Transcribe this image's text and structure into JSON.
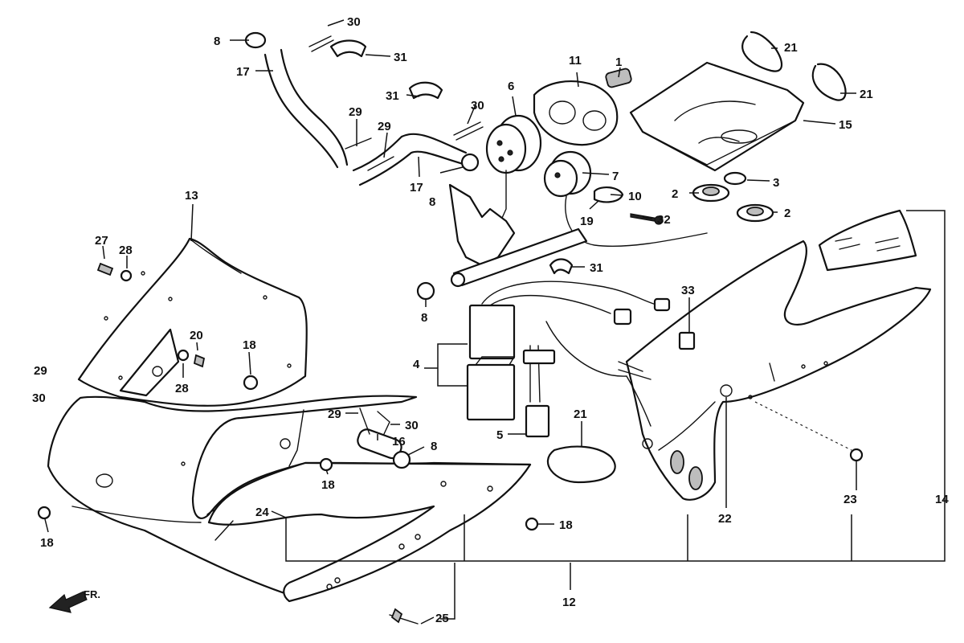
{
  "callouts": {
    "c1": "1",
    "c2a": "2",
    "c2b": "2",
    "c3": "3",
    "c4": "4",
    "c5": "5",
    "c6": "6",
    "c7": "7",
    "c8a": "8",
    "c8b": "8",
    "c8c": "8",
    "c8d": "8",
    "c10": "10",
    "c11": "11",
    "c12": "12",
    "c13": "13",
    "c14": "14",
    "c15": "15",
    "c16": "16",
    "c17a": "17",
    "c17b": "17",
    "c18a": "18",
    "c18b": "18",
    "c18c": "18",
    "c18d": "18",
    "c19": "19",
    "c20": "20",
    "c21a": "21",
    "c21b": "21",
    "c21c": "21",
    "c22": "22",
    "c23": "23",
    "c24": "24",
    "c25": "25",
    "c27": "27",
    "c28a": "28",
    "c28b": "28",
    "c29a": "29",
    "c29b": "29",
    "c29c": "29",
    "c29d": "29",
    "c30a": "30",
    "c30b": "30",
    "c30c": "30",
    "c30d": "30",
    "c31a": "31",
    "c31b": "31",
    "c31c": "31",
    "c32": "32",
    "c33": "33"
  },
  "front_arrow_label": "FR."
}
